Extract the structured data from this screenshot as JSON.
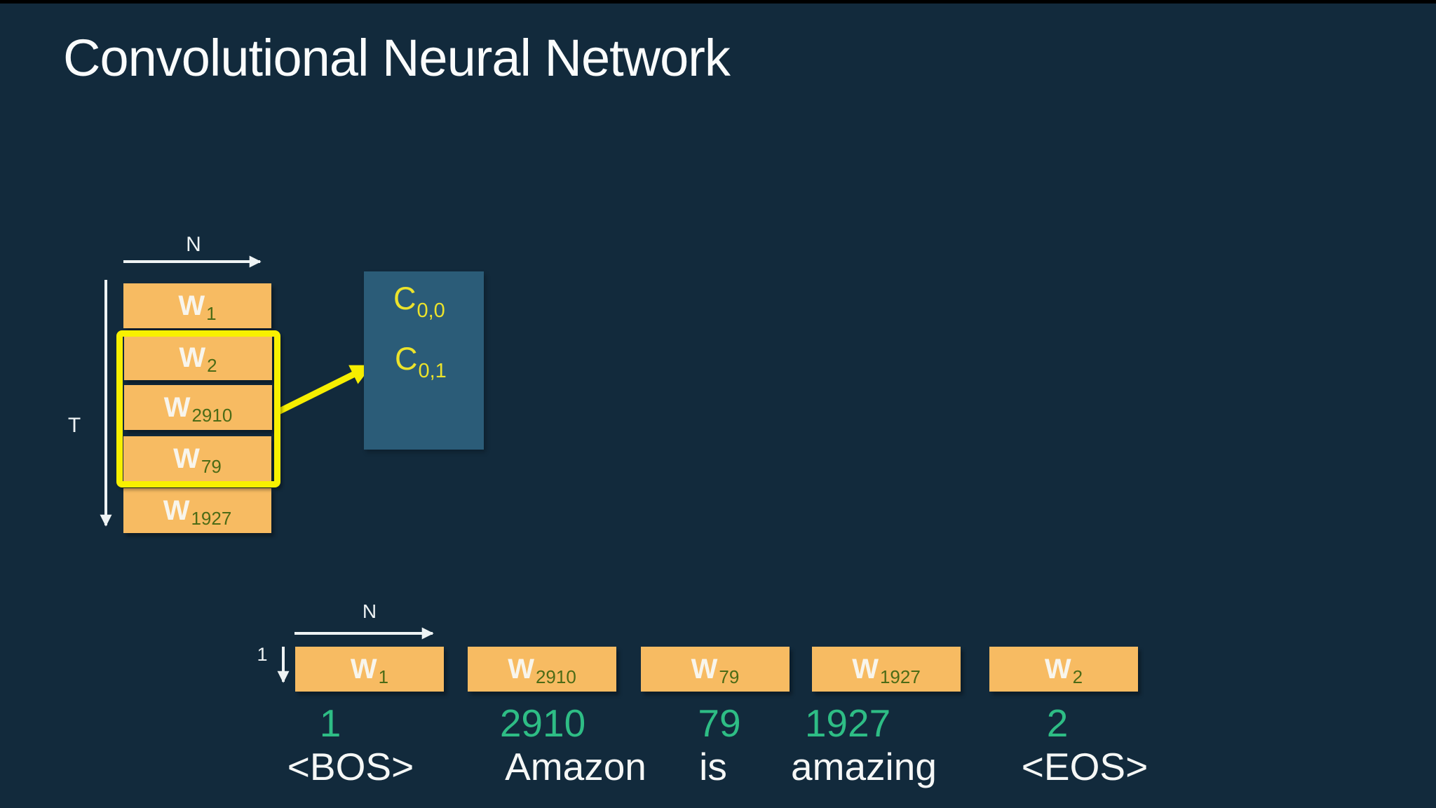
{
  "slide": {
    "title": "Convolutional Neural Network"
  },
  "colors": {
    "background": "#122a3c",
    "top_strip": "#000000",
    "box_orange": "#f7bb62",
    "subscript_dark_green": "#4c6b16",
    "token_id_green": "#2ebd85",
    "highlight_yellow": "#f8f000",
    "output_text_yellow": "#ece32b",
    "output_box_teal": "#2b5c78",
    "text_white": "#f5f7f6"
  },
  "matrix": {
    "n_label": "N",
    "t_label": "T",
    "rows": [
      {
        "base": "W",
        "sub": "1"
      },
      {
        "base": "W",
        "sub": "2"
      },
      {
        "base": "W",
        "sub": "2910"
      },
      {
        "base": "W",
        "sub": "79"
      },
      {
        "base": "W",
        "sub": "1927"
      }
    ],
    "highlight_row_indices": [
      1,
      2,
      3
    ],
    "outputs": [
      {
        "base": "C",
        "sub": "0,0"
      },
      {
        "base": "C",
        "sub": "0,1"
      }
    ]
  },
  "tokens": {
    "n_label": "N",
    "row_height_label": "1",
    "items": [
      {
        "embedding_base": "W",
        "embedding_sub": "1",
        "token_id": "1",
        "word": "<BOS>"
      },
      {
        "embedding_base": "W",
        "embedding_sub": "2910",
        "token_id": "2910",
        "word": "Amazon"
      },
      {
        "embedding_base": "W",
        "embedding_sub": "79",
        "token_id": "79",
        "word": "is"
      },
      {
        "embedding_base": "W",
        "embedding_sub": "1927",
        "token_id": "1927",
        "word": "amazing"
      },
      {
        "embedding_base": "W",
        "embedding_sub": "2",
        "token_id": "2",
        "word": "<EOS>"
      }
    ]
  }
}
